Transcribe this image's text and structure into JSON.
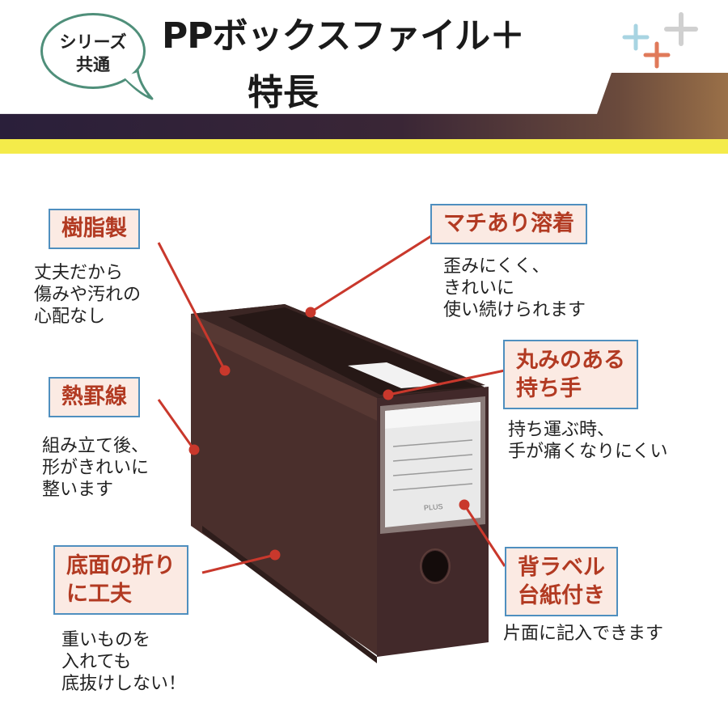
{
  "header": {
    "badge_line1": "シリーズ",
    "badge_line2": "共通",
    "title_line1": "PPボックスファイル＋",
    "title_line2": "特長",
    "decoration_icon": "plus-signs-icon"
  },
  "product": {
    "brand_text": "PLUS",
    "color": "#4a2f2c"
  },
  "features": [
    {
      "label": "樹脂製",
      "description": [
        "丈夫だから",
        "傷みや汚れの",
        "心配なし"
      ]
    },
    {
      "label": "熱罫線",
      "description": [
        "組み立て後、",
        "形がきれいに",
        "整います"
      ]
    },
    {
      "label_lines": [
        "底面の折り",
        "に工夫"
      ],
      "description": [
        "重いものを",
        "入れても",
        "底抜けしない！"
      ]
    },
    {
      "label": "マチあり溶着",
      "description": [
        "歪みにくく、",
        "きれいに",
        "使い続けられます"
      ]
    },
    {
      "label_lines": [
        "丸みのある",
        "持ち手"
      ],
      "description": [
        "持ち運ぶ時、",
        "手が痛くなりにくい"
      ]
    },
    {
      "label_lines": [
        "背ラベル",
        "台紙付き"
      ],
      "description": [
        "片面に記入できます"
      ]
    }
  ],
  "colors": {
    "label_bg": "#fbeae3",
    "label_border": "#4f8fbf",
    "label_text": "#b23a22",
    "leader_line": "#c9382c",
    "band_yellow": "#f4eb4a",
    "band_dark": "#2a1f3a"
  }
}
